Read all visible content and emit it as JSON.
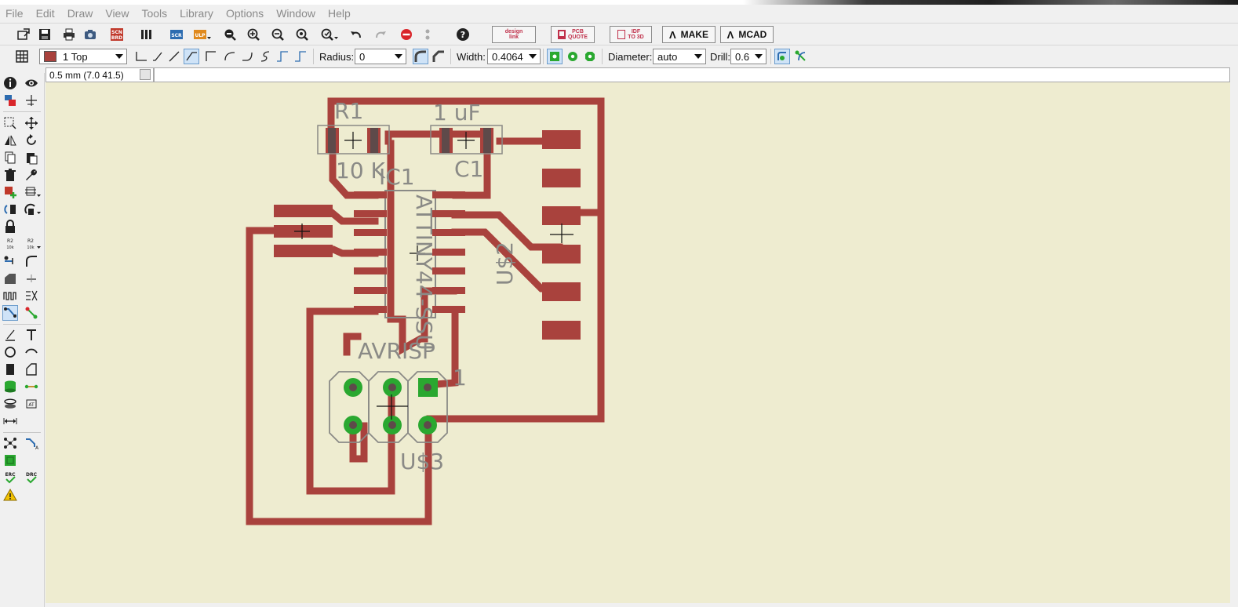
{
  "menu": [
    {
      "key": "file",
      "label": "File"
    },
    {
      "key": "edit",
      "label": "Edit"
    },
    {
      "key": "draw",
      "label": "Draw"
    },
    {
      "key": "view",
      "label": "View"
    },
    {
      "key": "tools",
      "label": "Tools"
    },
    {
      "key": "library",
      "label": "Library"
    },
    {
      "key": "options",
      "label": "Options"
    },
    {
      "key": "window",
      "label": "Window"
    },
    {
      "key": "help",
      "label": "Help"
    }
  ],
  "toolbar": {
    "scn_brd": {
      "line1": "SCN",
      "line2": "BRD"
    },
    "scr": "SCR",
    "ulp": "ULP",
    "design_link": {
      "line1": "design",
      "line2": "link"
    },
    "pcb_quote": {
      "line1": "PCB",
      "line2": "QUOTE"
    },
    "idf_to_3d": {
      "line1": "IDF",
      "line2": "TO 3D"
    },
    "make": "MAKE",
    "mcad": "MCAD"
  },
  "params": {
    "layer": "1 Top",
    "radius_label": "Radius:",
    "radius_value": "0",
    "width_label": "Width:",
    "width_value": "0.4064",
    "diameter_label": "Diameter:",
    "diameter_value": "auto",
    "drill_label": "Drill:",
    "drill_value": "0.6"
  },
  "status": {
    "coordinates": "0.5 mm (7.0 41.5)",
    "command": ""
  },
  "lefttools": {
    "r2_label": "R2",
    "r2_sub": "10k",
    "erc": "ERC",
    "drc": "DRC"
  },
  "board": {
    "labels": {
      "r1": "R1",
      "r1_value": "10 K",
      "c1": "C1",
      "c1_value": "1 uF",
      "ic1": "IC1",
      "ic1_value": "ATTINY44-SSU",
      "us2": "U$2",
      "us3": "U$3",
      "avrisp": "AVRISP",
      "pin1": "1"
    }
  },
  "colors": {
    "canvas": "#eeecd0",
    "copper": "#a9423d",
    "pad_dark": "#5e4a4a",
    "via_green": "#2aa830",
    "outline": "#8a8a86",
    "menu_text": "#8a8a8a"
  }
}
